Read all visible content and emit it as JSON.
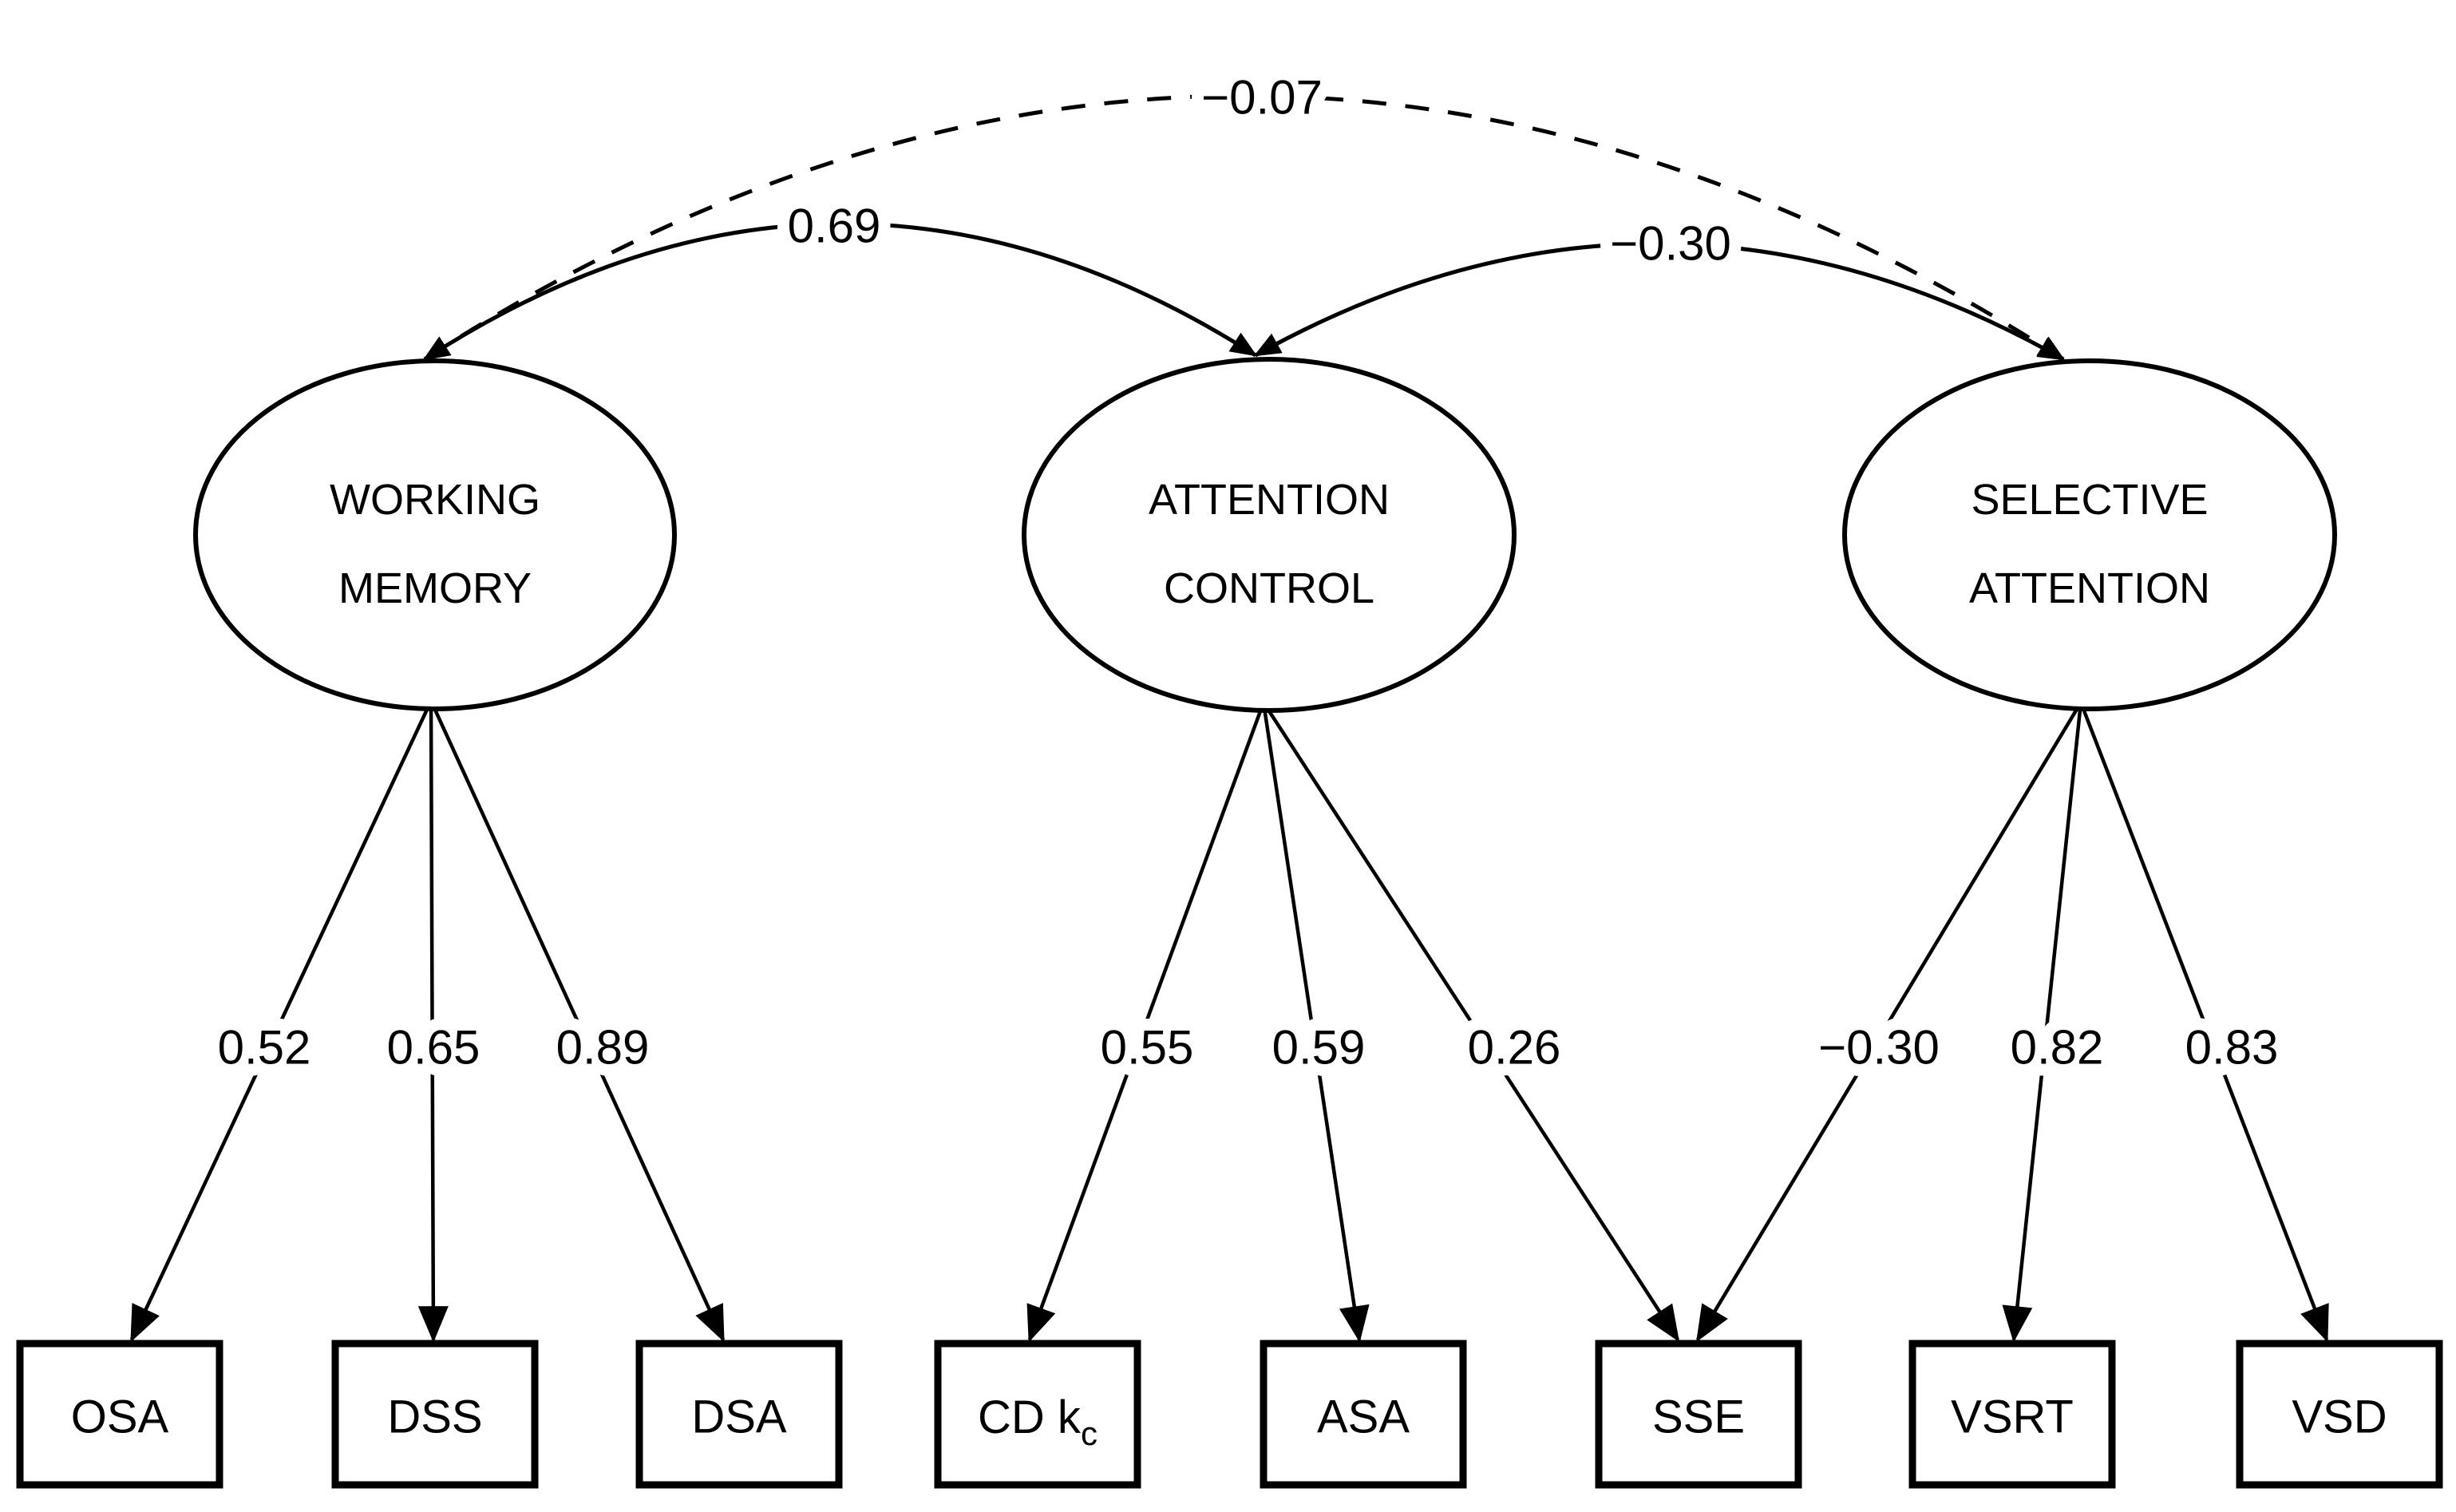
{
  "latent_factors": [
    {
      "line1": "WORKING",
      "line2": "MEMORY"
    },
    {
      "line1": "ATTENTION",
      "line2": "CONTROL"
    },
    {
      "line1": "SELECTIVE",
      "line2": "ATTENTION"
    }
  ],
  "observed_variables": [
    {
      "label": "OSA",
      "subscript": ""
    },
    {
      "label": "DSS",
      "subscript": ""
    },
    {
      "label": "DSA",
      "subscript": ""
    },
    {
      "label": "CD k",
      "subscript": "c"
    },
    {
      "label": "ASA",
      "subscript": ""
    },
    {
      "label": "SSE",
      "subscript": ""
    },
    {
      "label": "VSRT",
      "subscript": ""
    },
    {
      "label": "VSD",
      "subscript": ""
    }
  ],
  "correlations": [
    {
      "between": "WORKING MEMORY and SELECTIVE ATTENTION",
      "value": "−0.07",
      "line_style": "dashed"
    },
    {
      "between": "WORKING MEMORY and ATTENTION CONTROL",
      "value": "0.69",
      "line_style": "solid"
    },
    {
      "between": "ATTENTION CONTROL and SELECTIVE ATTENTION",
      "value": "−0.30",
      "line_style": "solid"
    }
  ],
  "loadings": [
    {
      "from": "WORKING MEMORY",
      "to": "OSA",
      "value": "0.52"
    },
    {
      "from": "WORKING MEMORY",
      "to": "DSS",
      "value": "0.65"
    },
    {
      "from": "WORKING MEMORY",
      "to": "DSA",
      "value": "0.89"
    },
    {
      "from": "ATTENTION CONTROL",
      "to": "CD kc",
      "value": "0.55"
    },
    {
      "from": "ATTENTION CONTROL",
      "to": "ASA",
      "value": "0.59"
    },
    {
      "from": "ATTENTION CONTROL",
      "to": "SSE",
      "value": "0.26"
    },
    {
      "from": "SELECTIVE ATTENTION",
      "to": "SSE",
      "value": "−0.30"
    },
    {
      "from": "SELECTIVE ATTENTION",
      "to": "VSRT",
      "value": "0.82"
    },
    {
      "from": "SELECTIVE ATTENTION",
      "to": "VSD",
      "value": "0.83"
    }
  ],
  "colors": {
    "ink": "#000000",
    "background": "#ffffff"
  }
}
